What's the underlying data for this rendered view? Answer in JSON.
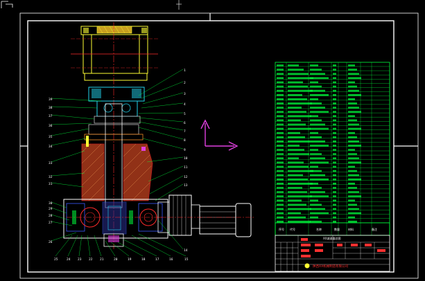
{
  "colors": {
    "background": "#000000",
    "frame": "#ffffff",
    "cad_red": "#ff2a2a",
    "cad_yellow": "#ffff33",
    "cad_cyan": "#22d3ee",
    "cad_green": "#00ff3c",
    "cad_blue": "#3a5bff",
    "cad_magenta": "#e040e0",
    "cad_gray": "#bdbdbd",
    "cad_orange": "#f08a24"
  },
  "icons": {
    "ucs": "ucs-axis-icon",
    "cursor": "crosshair-cursor-icon"
  },
  "drawing": {
    "right_callouts": [
      "1",
      "2",
      "3",
      "4",
      "5",
      "6",
      "7",
      "8",
      "9",
      "10",
      "11",
      "12",
      "13",
      "14"
    ],
    "left_callouts": [
      "39",
      "38",
      "37",
      "36",
      "35",
      "34",
      "33",
      "32",
      "31",
      "30",
      "29",
      "28",
      "27",
      "26"
    ],
    "bottom_callouts": [
      "25",
      "24",
      "23",
      "22",
      "21",
      "20",
      "19",
      "18",
      "17",
      "16",
      "15"
    ],
    "bom_footer": [
      "序号",
      "代号",
      "名称",
      "数量",
      "材料",
      "备注"
    ],
    "title_block": {
      "drawing_title": "XX减速器总图",
      "company": "陕西XX机械制造有限公司"
    }
  }
}
